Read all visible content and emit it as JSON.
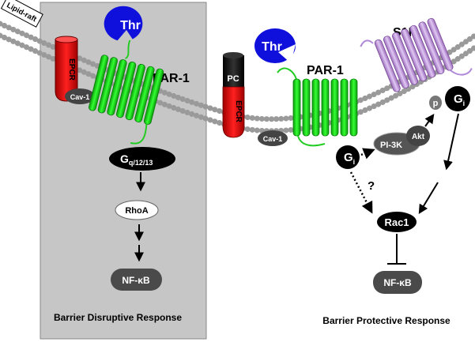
{
  "left_panel": {
    "lipid_raft": "Lipid-raft",
    "epcr": "EPCR",
    "cav1": "Cav-1",
    "thr": "Thr",
    "par1": "PAR-1",
    "gq_main": "G",
    "gq_sub": "q/12/13",
    "rhoa": "RhoA",
    "nfkb": "NF-κB",
    "caption": "Barrier Disruptive Response"
  },
  "right_panel": {
    "pc": "PC",
    "epcr": "EPCR",
    "cav1": "Cav-1",
    "thr": "Thr",
    "par1": "PAR-1",
    "s1p1_main": "S1P",
    "s1p1_sub": "1",
    "gi_main": "G",
    "gi_sub": "i",
    "pi3k": "PI-3K",
    "akt": "Akt",
    "p": "p",
    "question": "?",
    "rac1": "Rac1",
    "nfkb": "NF-κB",
    "caption": "Barrier Protective Response"
  },
  "colors": {
    "panel_gray": "#c6c6c6",
    "par1_green": "#22ee22",
    "s1p1_purple": "#c8a0e8",
    "thr_blue": "#1010dd",
    "epcr_red": "#ee1111",
    "dark_node": "#444444",
    "black": "#000000"
  }
}
